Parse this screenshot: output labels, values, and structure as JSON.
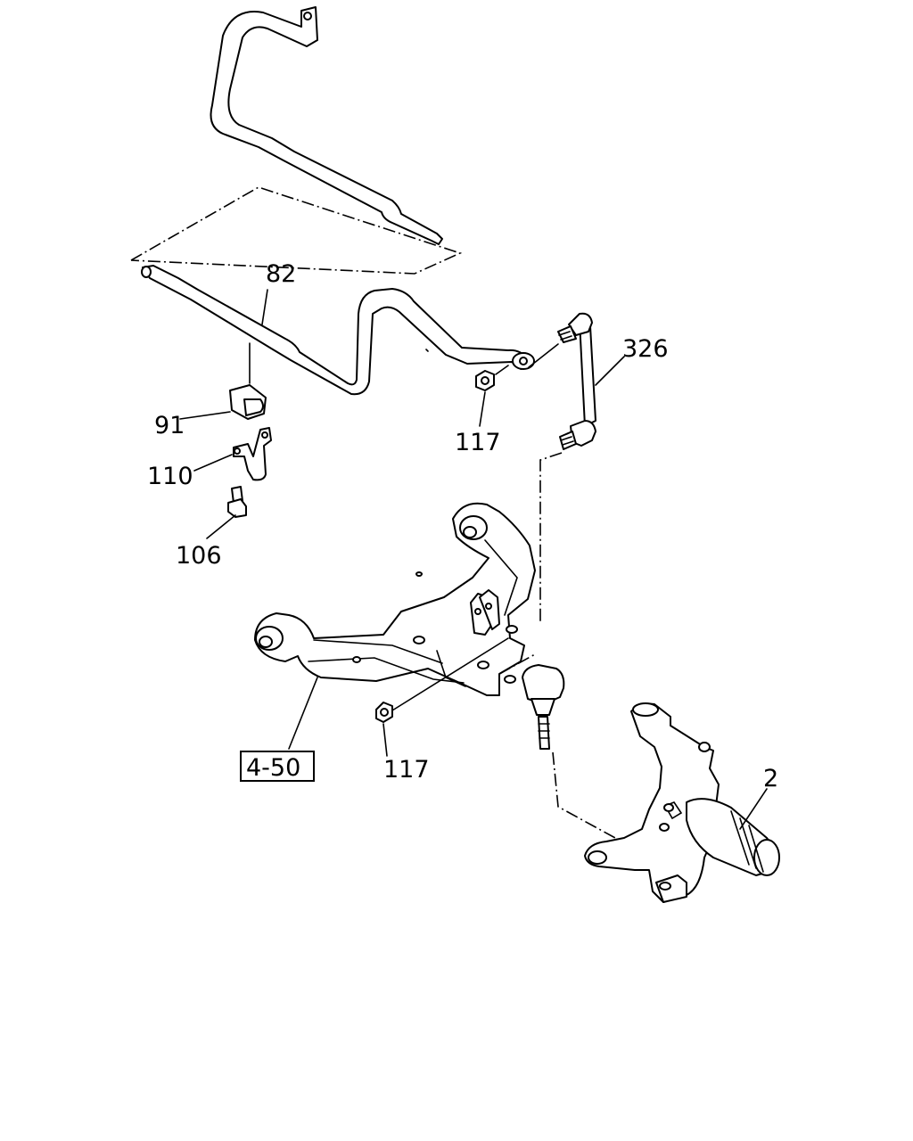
{
  "labels": {
    "stabilizer_bar": "82",
    "link": "326",
    "nut_upper": "117",
    "bushing": "91",
    "bracket": "110",
    "bolt": "106",
    "nut_lower": "117",
    "reference": "4-50",
    "knuckle": "2"
  }
}
